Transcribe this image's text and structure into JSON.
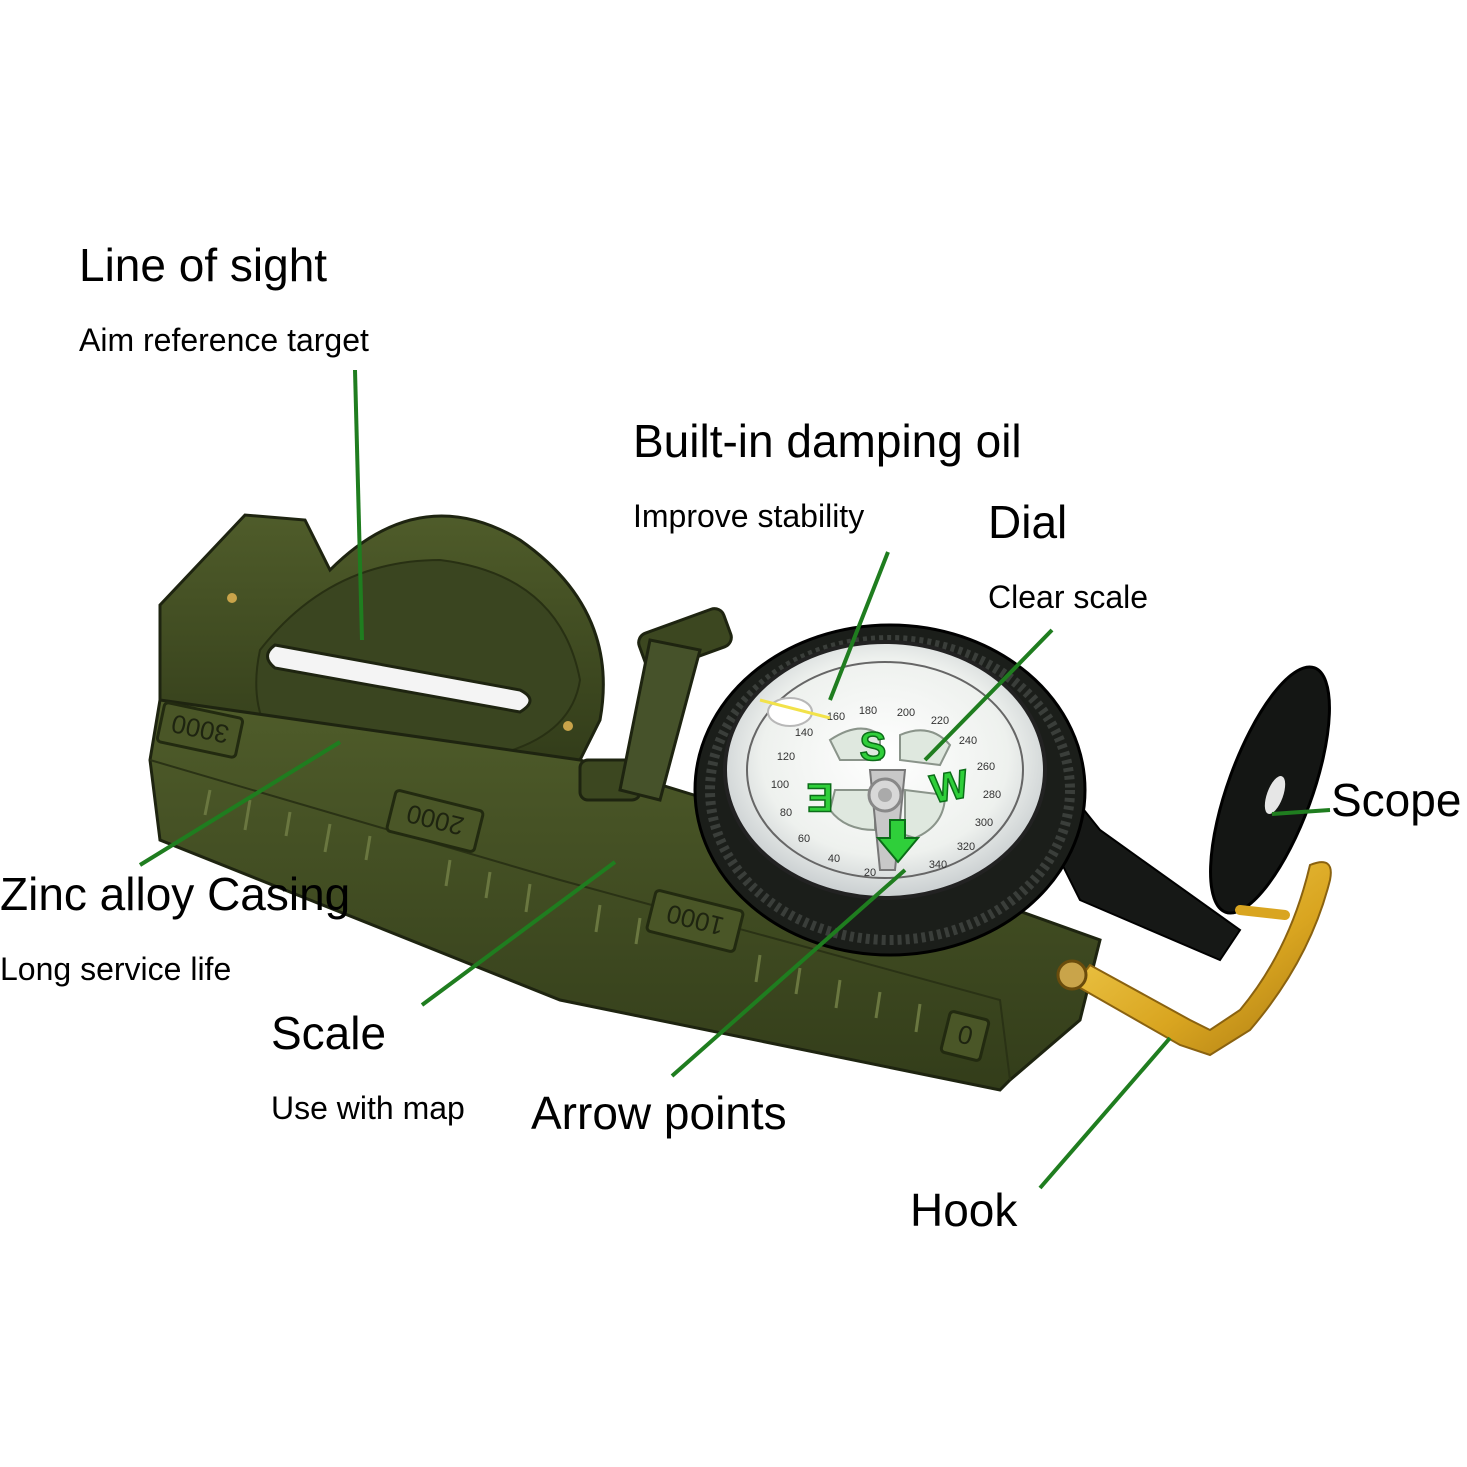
{
  "callouts": {
    "line_of_sight": {
      "title": "Line of sight",
      "subtitle": "Aim reference target"
    },
    "damping_oil": {
      "title": "Built-in damping oil",
      "subtitle": "Improve stability"
    },
    "dial": {
      "title": "Dial",
      "subtitle": "Clear scale"
    },
    "scope": {
      "title": "Scope"
    },
    "casing": {
      "title": "Zinc alloy Casing",
      "subtitle": "Long service life"
    },
    "scale": {
      "title": "Scale",
      "subtitle": "Use with map"
    },
    "arrow": {
      "title": "Arrow points"
    },
    "hook": {
      "title": "Hook"
    }
  },
  "compass": {
    "ruler_marks": [
      "3000",
      "2000",
      "1000",
      "0"
    ],
    "cardinals": {
      "south": "S",
      "west": "W",
      "east": "E"
    },
    "dial_numbers": [
      "160",
      "180",
      "200",
      "220",
      "240",
      "260",
      "280",
      "300",
      "320",
      "340",
      "20",
      "40",
      "60",
      "80",
      "100",
      "120",
      "140"
    ]
  },
  "colors": {
    "leader_line": "#1f7d1f",
    "casing": "#3e4a22",
    "casing_dark": "#2b3416",
    "casing_light": "#56632f",
    "bezel": "#1b1e1a",
    "cardinal_green": "#2fcf3a",
    "hook_gold": "#d9a520"
  }
}
